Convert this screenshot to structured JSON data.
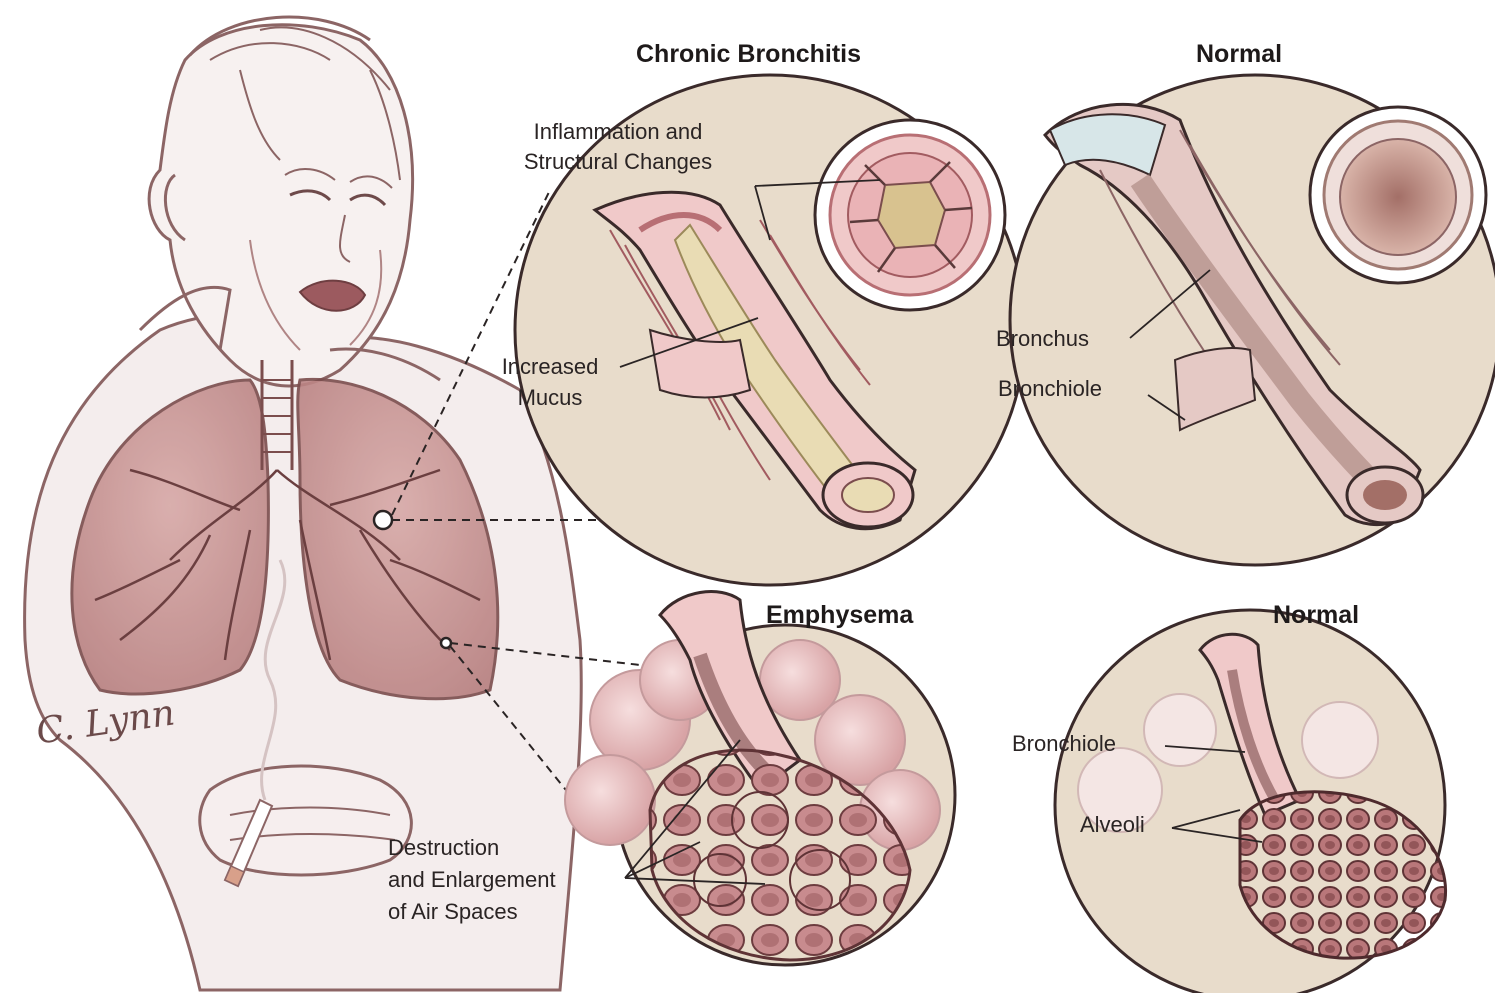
{
  "panels": {
    "chronic_bronchitis": {
      "title": "Chronic Bronchitis",
      "label_inflammation": [
        "Inflammation and",
        "Structural Changes"
      ],
      "label_mucus": [
        "Increased",
        "Mucus"
      ]
    },
    "normal_bronchus": {
      "title": "Normal",
      "label_bronchus": "Bronchus",
      "label_bronchiole": "Bronchiole"
    },
    "emphysema": {
      "title": "Emphysema",
      "label_destruction": [
        "Destruction",
        "and Enlargement",
        "of Air Spaces"
      ]
    },
    "normal_alveoli": {
      "title": "Normal",
      "label_bronchiole": "Bronchiole",
      "label_alveoli": "Alveoli"
    }
  },
  "signature": "C. Lynn",
  "colors": {
    "lens_fill": "#e8dccb",
    "outline": "#3a2a2a",
    "tissue": "#b86f74",
    "tissue_light": "#f0c9c9",
    "mucus": "#e9dcb4",
    "lung": "#c99a98"
  }
}
